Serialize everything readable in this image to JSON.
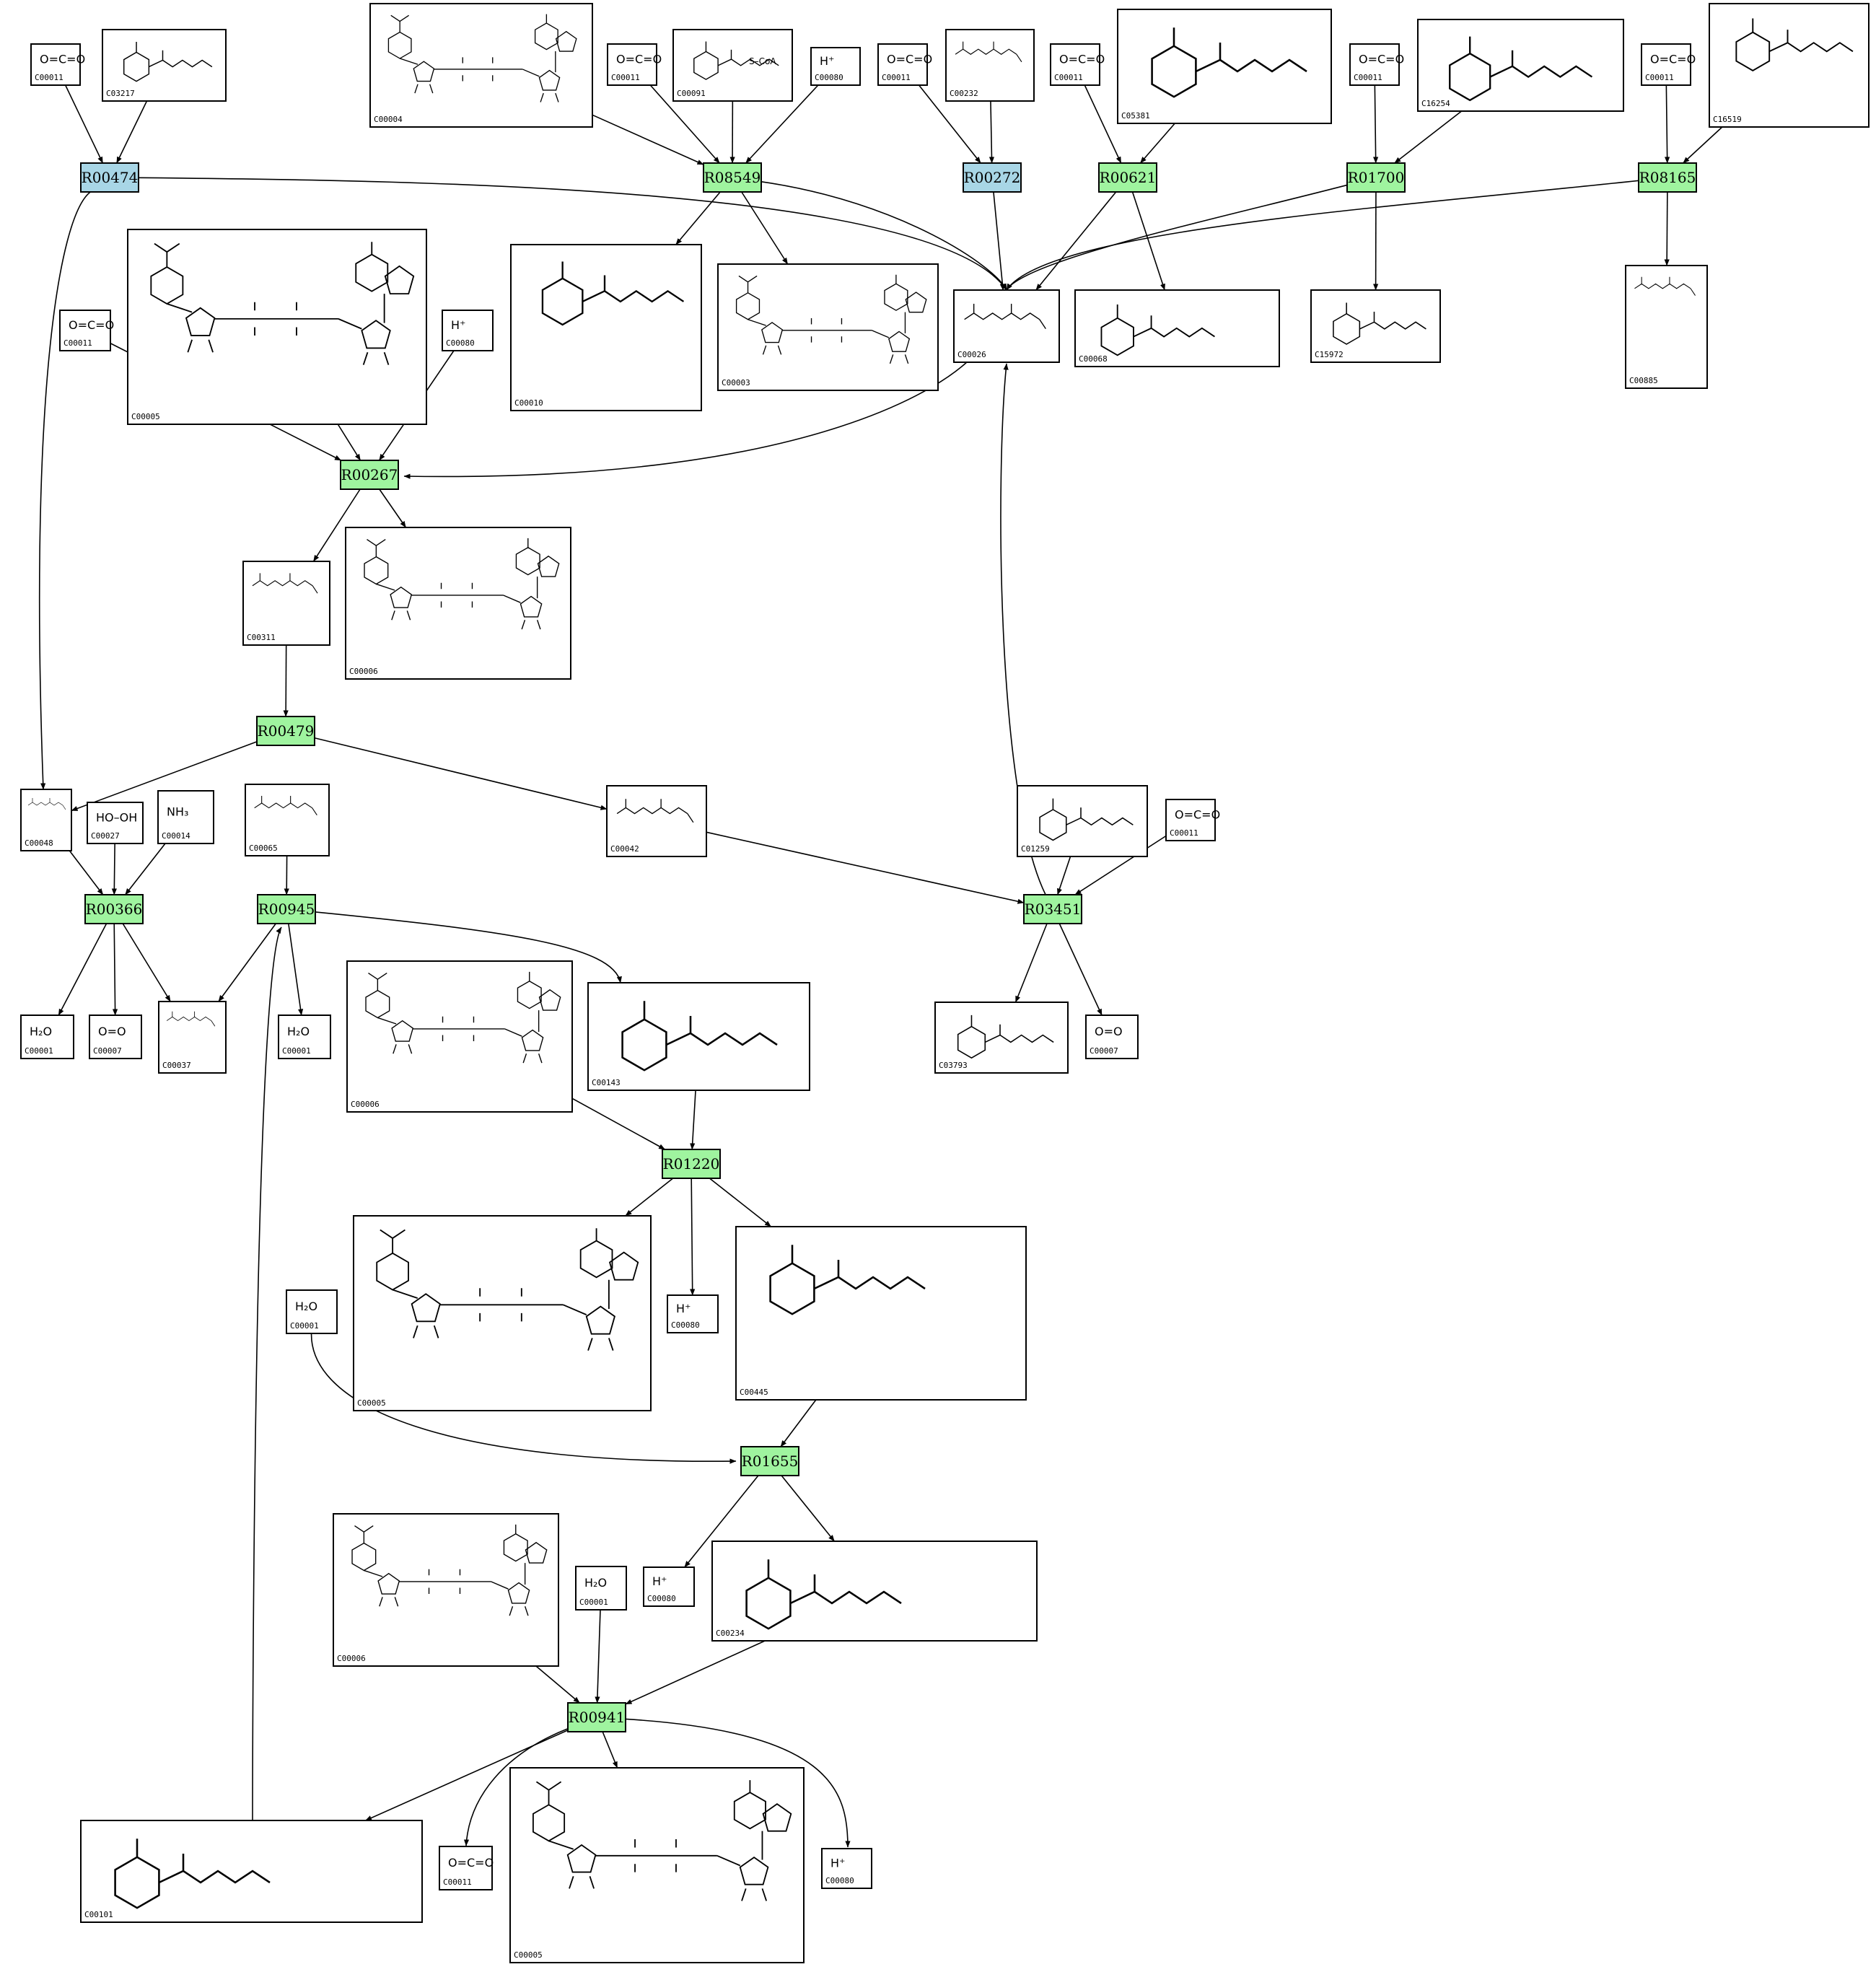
{
  "colors": {
    "reaction_green": "#9ff49f",
    "reaction_blue": "#a8d6e6",
    "compound_border": "#000000",
    "edge": "#000000"
  },
  "reactions": [
    {
      "id": "R00474",
      "color": "blue"
    },
    {
      "id": "R08549",
      "color": "green"
    },
    {
      "id": "R00272",
      "color": "blue"
    },
    {
      "id": "R00621",
      "color": "green"
    },
    {
      "id": "R01700",
      "color": "green"
    },
    {
      "id": "R08165",
      "color": "green"
    },
    {
      "id": "R00267",
      "color": "green"
    },
    {
      "id": "R00479",
      "color": "green"
    },
    {
      "id": "R00366",
      "color": "green"
    },
    {
      "id": "R00945",
      "color": "green"
    },
    {
      "id": "R03451",
      "color": "green"
    },
    {
      "id": "R01220",
      "color": "green"
    },
    {
      "id": "R01655",
      "color": "green"
    },
    {
      "id": "R00941",
      "color": "green"
    }
  ],
  "compounds": [
    {
      "key": "c00011_a",
      "id": "C00011",
      "formula": "O=C=O",
      "kind": "small"
    },
    {
      "key": "c03217",
      "id": "C03217",
      "kind": "structure"
    },
    {
      "key": "c00004",
      "id": "C00004",
      "kind": "nucleotide"
    },
    {
      "key": "c00011_b",
      "id": "C00011",
      "formula": "O=C=O",
      "kind": "small"
    },
    {
      "key": "c00091",
      "id": "C00091",
      "text": "S–CoA",
      "kind": "structure"
    },
    {
      "key": "c00080_a",
      "id": "C00080",
      "formula": "H⁺",
      "kind": "small"
    },
    {
      "key": "c00011_c",
      "id": "C00011",
      "formula": "O=C=O",
      "kind": "small"
    },
    {
      "key": "c00232",
      "id": "C00232",
      "kind": "structure"
    },
    {
      "key": "c00011_d",
      "id": "C00011",
      "formula": "O=C=O",
      "kind": "small"
    },
    {
      "key": "c05381",
      "id": "C05381",
      "kind": "structure"
    },
    {
      "key": "c00011_e",
      "id": "C00011",
      "formula": "O=C=O",
      "kind": "small"
    },
    {
      "key": "c16254",
      "id": "C16254",
      "kind": "structure"
    },
    {
      "key": "c00011_f",
      "id": "C00011",
      "formula": "O=C=O",
      "kind": "small"
    },
    {
      "key": "c16519",
      "id": "C16519",
      "kind": "structure"
    },
    {
      "key": "c00005_a",
      "id": "C00005",
      "kind": "nucleotide"
    },
    {
      "key": "c00011_g",
      "id": "C00011",
      "formula": "O=C=O",
      "kind": "small"
    },
    {
      "key": "c00080_b",
      "id": "C00080",
      "formula": "H⁺",
      "kind": "small"
    },
    {
      "key": "c00010",
      "id": "C00010",
      "kind": "structure"
    },
    {
      "key": "c00003",
      "id": "C00003",
      "kind": "nucleotide"
    },
    {
      "key": "c00026",
      "id": "C00026",
      "kind": "structure"
    },
    {
      "key": "c00068",
      "id": "C00068",
      "kind": "structure"
    },
    {
      "key": "c15972",
      "id": "C15972",
      "kind": "structure"
    },
    {
      "key": "c00885",
      "id": "C00885",
      "kind": "structure"
    },
    {
      "key": "c00311",
      "id": "C00311",
      "kind": "structure"
    },
    {
      "key": "c00006_a",
      "id": "C00006",
      "kind": "nucleotide"
    },
    {
      "key": "c00048",
      "id": "C00048",
      "kind": "structure"
    },
    {
      "key": "c00027",
      "id": "C00027",
      "formula": "HO–OH",
      "kind": "small"
    },
    {
      "key": "c00014",
      "id": "C00014",
      "formula": "NH₃",
      "kind": "small"
    },
    {
      "key": "c00065",
      "id": "C00065",
      "kind": "structure"
    },
    {
      "key": "c00042",
      "id": "C00042",
      "kind": "structure"
    },
    {
      "key": "c01259",
      "id": "C01259",
      "kind": "structure"
    },
    {
      "key": "c00011_h",
      "id": "C00011",
      "formula": "O=C=O",
      "kind": "small"
    },
    {
      "key": "c00001_a",
      "id": "C00001",
      "formula": "H₂O",
      "kind": "small"
    },
    {
      "key": "c00007_a",
      "id": "C00007",
      "formula": "O=O",
      "kind": "small"
    },
    {
      "key": "c00037",
      "id": "C00037",
      "kind": "structure"
    },
    {
      "key": "c00001_b",
      "id": "C00001",
      "formula": "H₂O",
      "kind": "small"
    },
    {
      "key": "c00006_b",
      "id": "C00006",
      "kind": "nucleotide"
    },
    {
      "key": "c00143",
      "id": "C00143",
      "kind": "structure"
    },
    {
      "key": "c03793",
      "id": "C03793",
      "kind": "structure"
    },
    {
      "key": "c00007_b",
      "id": "C00007",
      "formula": "O=O",
      "kind": "small"
    },
    {
      "key": "c00005_b",
      "id": "C00005",
      "kind": "nucleotide"
    },
    {
      "key": "c00080_c",
      "id": "C00080",
      "formula": "H⁺",
      "kind": "small"
    },
    {
      "key": "c00445",
      "id": "C00445",
      "kind": "structure"
    },
    {
      "key": "c00001_c",
      "id": "C00001",
      "formula": "H₂O",
      "kind": "small"
    },
    {
      "key": "c00080_d",
      "id": "C00080",
      "formula": "H⁺",
      "kind": "small"
    },
    {
      "key": "c00234",
      "id": "C00234",
      "kind": "structure"
    },
    {
      "key": "c00006_c",
      "id": "C00006",
      "kind": "nucleotide"
    },
    {
      "key": "c00001_d",
      "id": "C00001",
      "formula": "H₂O",
      "kind": "small"
    },
    {
      "key": "c00101",
      "id": "C00101",
      "kind": "structure"
    },
    {
      "key": "c00011_i",
      "id": "C00011",
      "formula": "O=C=O",
      "kind": "small"
    },
    {
      "key": "c00005_c",
      "id": "C00005",
      "kind": "nucleotide"
    },
    {
      "key": "c00080_e",
      "id": "C00080",
      "formula": "H⁺",
      "kind": "small"
    }
  ],
  "edges": [
    {
      "from": "c00011_a",
      "to": "R00474"
    },
    {
      "from": "c03217",
      "to": "R00474"
    },
    {
      "from": "R00474",
      "to": "c00026"
    },
    {
      "from": "R00474",
      "to": "c00048"
    },
    {
      "from": "c00004",
      "to": "R08549"
    },
    {
      "from": "c00011_b",
      "to": "R08549"
    },
    {
      "from": "c00091",
      "to": "R08549"
    },
    {
      "from": "c00080_a",
      "to": "R08549"
    },
    {
      "from": "R08549",
      "to": "c00010"
    },
    {
      "from": "R08549",
      "to": "c00003"
    },
    {
      "from": "R08549",
      "to": "c00026"
    },
    {
      "from": "c00011_c",
      "to": "R00272"
    },
    {
      "from": "c00232",
      "to": "R00272"
    },
    {
      "from": "R00272",
      "to": "c00026"
    },
    {
      "from": "c00011_d",
      "to": "R00621"
    },
    {
      "from": "c05381",
      "to": "R00621"
    },
    {
      "from": "R00621",
      "to": "c00026"
    },
    {
      "from": "R00621",
      "to": "c00068"
    },
    {
      "from": "c00011_e",
      "to": "R01700"
    },
    {
      "from": "c16254",
      "to": "R01700"
    },
    {
      "from": "R01700",
      "to": "c00026"
    },
    {
      "from": "R01700",
      "to": "c15972"
    },
    {
      "from": "c00011_f",
      "to": "R08165"
    },
    {
      "from": "c16519",
      "to": "R08165"
    },
    {
      "from": "R08165",
      "to": "c00026"
    },
    {
      "from": "R08165",
      "to": "c00885"
    },
    {
      "from": "c00011_g",
      "to": "R00267"
    },
    {
      "from": "c00005_a",
      "to": "R00267"
    },
    {
      "from": "c00080_b",
      "to": "R00267"
    },
    {
      "from": "c00026",
      "to": "R00267"
    },
    {
      "from": "R00267",
      "to": "c00311"
    },
    {
      "from": "R00267",
      "to": "c00006_a"
    },
    {
      "from": "c00311",
      "to": "R00479"
    },
    {
      "from": "R00479",
      "to": "c00048"
    },
    {
      "from": "R00479",
      "to": "c00042"
    },
    {
      "from": "c00048",
      "to": "R00366"
    },
    {
      "from": "c00027",
      "to": "R00366"
    },
    {
      "from": "c00014",
      "to": "R00366"
    },
    {
      "from": "R00366",
      "to": "c00001_a"
    },
    {
      "from": "R00366",
      "to": "c00007_a"
    },
    {
      "from": "R00366",
      "to": "c00037"
    },
    {
      "from": "c00065",
      "to": "R00945"
    },
    {
      "from": "c00101",
      "to": "R00945"
    },
    {
      "from": "R00945",
      "to": "c00037"
    },
    {
      "from": "R00945",
      "to": "c00001_b"
    },
    {
      "from": "R00945",
      "to": "c00143"
    },
    {
      "from": "c00042",
      "to": "R03451"
    },
    {
      "from": "c01259",
      "to": "R03451"
    },
    {
      "from": "c00011_h",
      "to": "R03451"
    },
    {
      "from": "R03451",
      "to": "c00026"
    },
    {
      "from": "R03451",
      "to": "c03793"
    },
    {
      "from": "R03451",
      "to": "c00007_b"
    },
    {
      "from": "c00006_b",
      "to": "R01220"
    },
    {
      "from": "c00143",
      "to": "R01220"
    },
    {
      "from": "R01220",
      "to": "c00005_b"
    },
    {
      "from": "R01220",
      "to": "c00080_c"
    },
    {
      "from": "R01220",
      "to": "c00445"
    },
    {
      "from": "c00001_c",
      "to": "R01655"
    },
    {
      "from": "c00445",
      "to": "R01655"
    },
    {
      "from": "R01655",
      "to": "c00080_d"
    },
    {
      "from": "R01655",
      "to": "c00234"
    },
    {
      "from": "c00006_c",
      "to": "R00941"
    },
    {
      "from": "c00001_d",
      "to": "R00941"
    },
    {
      "from": "c00234",
      "to": "R00941"
    },
    {
      "from": "R00941",
      "to": "c00101"
    },
    {
      "from": "R00941",
      "to": "c00011_i"
    },
    {
      "from": "R00941",
      "to": "c00005_c"
    },
    {
      "from": "R00941",
      "to": "c00080_e"
    }
  ]
}
